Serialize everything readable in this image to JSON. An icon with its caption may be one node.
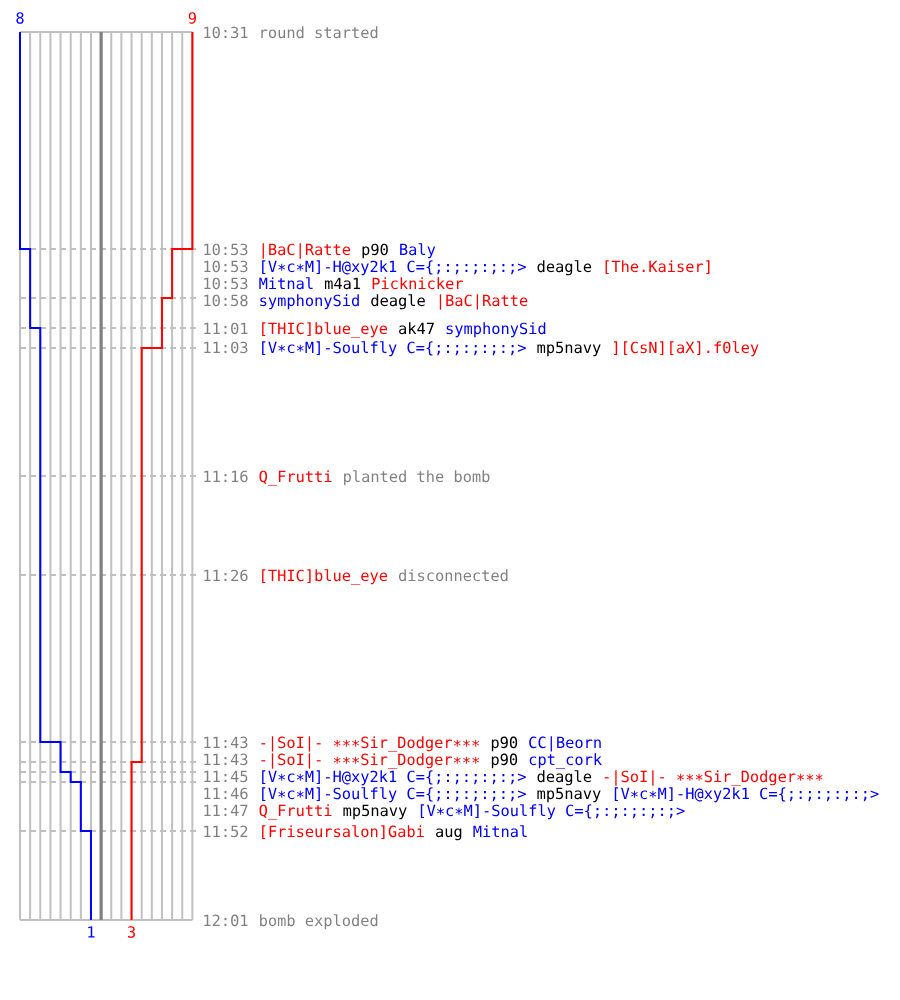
{
  "diagram": {
    "labels": [
      "8",
      "9",
      "10:31",
      "round started",
      "10:53",
      "|BaC|Ratte",
      "p90",
      "Baly",
      "10:53",
      "[V∗c∗M]-H@xy2k1 C={;:;:;:;:;>",
      "deagle",
      "[The.Kaiser]",
      "10:53",
      "Mitnal",
      "m4a1",
      "Picknicker",
      "10:58",
      "symphonySid",
      "deagle",
      "|BaC|Ratte",
      "11:01",
      "[THIC]blue_eye",
      "ak47",
      "symphonySid",
      "11:03",
      "[V∗c∗M]-Soulfly C={;:;:;:;:;>",
      "mp5navy",
      "][CsN][aX].f0ley",
      "11:16",
      "Q_Frutti",
      "planted the bomb",
      "11:26",
      "[THIC]blue_eye",
      "disconnected",
      "11:43",
      "-|SoI|- ∗∗∗Sir_Dodger∗∗∗",
      "p90",
      "CC|Beorn",
      "11:43",
      "-|SoI|- ∗∗∗Sir_Dodger∗∗∗",
      "p90",
      "cpt_cork",
      "11:45",
      "[V∗c∗M]-H@xy2k1 C={;:;:;:;:;>",
      "deagle",
      "-|SoI|- ∗∗∗Sir_Dodger∗∗∗",
      "11:46",
      "[V∗c∗M]-Soulfly C={;:;:;:;:;>",
      "mp5navy",
      "[V∗c∗M]-H@xy2k1 C={;:;:;:;:;>",
      "11:47",
      "Q_Frutti",
      "mp5navy",
      "[V∗c∗M]-Soulfly C={;:;:;:;:;>",
      "11:52",
      "[Friseursalon]Gabi",
      "aug",
      "Mitnal",
      "12:01",
      "bomb exploded",
      "1",
      "3"
    ]
  }
}
